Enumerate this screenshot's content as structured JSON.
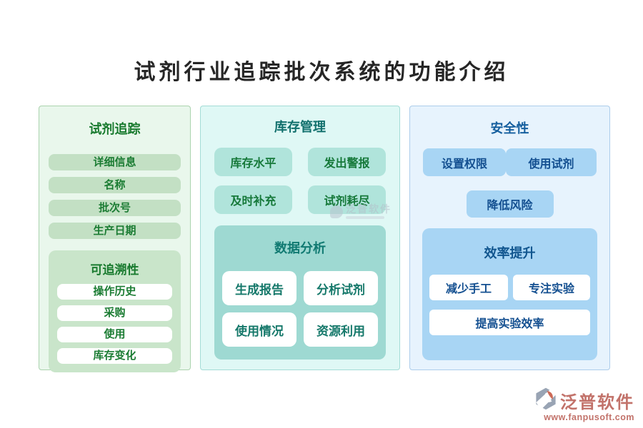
{
  "page": {
    "title": "试剂行业追踪批次系统的功能介绍"
  },
  "panels": {
    "tracking": {
      "title": "试剂追踪",
      "items": [
        "详细信息",
        "名称",
        "批次号",
        "生产日期"
      ],
      "sub": {
        "title": "可追溯性",
        "items": [
          "操作历史",
          "采购",
          "使用",
          "库存变化"
        ]
      }
    },
    "inventory": {
      "title": "库存管理",
      "items": [
        "库存水平",
        "发出警报",
        "及时补充",
        "试剂耗尽"
      ],
      "sub": {
        "title": "数据分析",
        "items": [
          "生成报告",
          "分析试剂",
          "使用情况",
          "资源利用"
        ]
      }
    },
    "security": {
      "title": "安全性",
      "items": [
        "设置权限",
        "使用试剂",
        "降低风险"
      ],
      "sub": {
        "title": "效率提升",
        "items": [
          "减少手工",
          "专注实验",
          "提高实验效率"
        ]
      }
    }
  },
  "watermark": {
    "text": "泛普软件"
  },
  "logo": {
    "brand": "泛普软件",
    "url": "www.fanpusoft.com"
  },
  "colors": {
    "title_text": "#262626",
    "green_dark": "#187a2e",
    "teal_dark": "#11706d",
    "blue_dark": "#155f9e",
    "panel_green_bg": "#e9f7ec",
    "panel_teal_bg": "#dff8f5",
    "panel_blue_bg": "#e7f3fd",
    "chip_green": "#c3e0c4",
    "chip_teal": "#b0e4db",
    "chip_blue": "#a8d5f4",
    "sub_green_bg": "#c9e5ca",
    "sub_teal_bg": "#9ed9d2",
    "sub_blue_bg": "#a8d5f4",
    "brand_red": "#c2726a"
  }
}
